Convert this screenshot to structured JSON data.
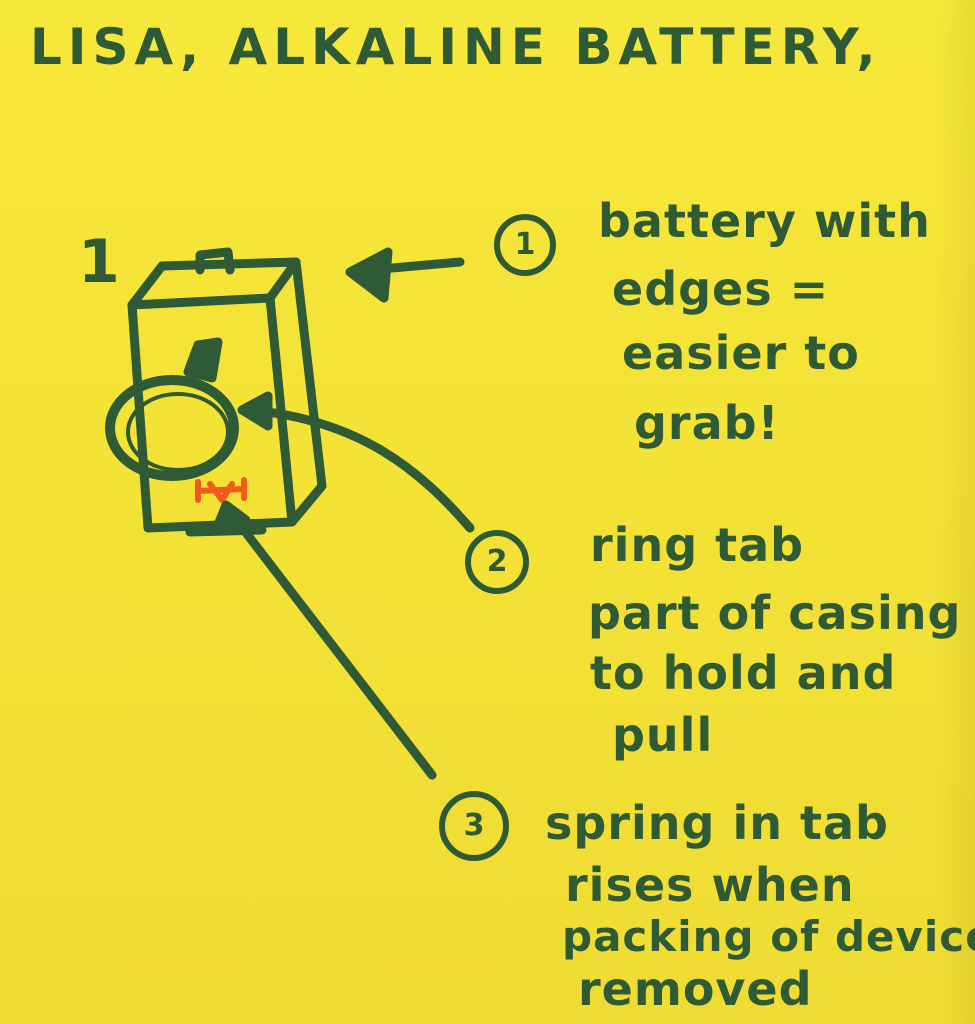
{
  "title": "LISA, ALKALINE BATTERY,",
  "sketch_number": "1",
  "annotations": [
    {
      "number": "1",
      "lines": [
        "battery with",
        "edges =",
        "easier to",
        "grab!"
      ]
    },
    {
      "number": "2",
      "lines": [
        "ring tab",
        "part of casing",
        "to hold and",
        "pull"
      ]
    },
    {
      "number": "3",
      "lines": [
        "spring in tab",
        "rises when",
        "packing of device",
        "removed"
      ]
    }
  ],
  "colors": {
    "paper": "#f3e136",
    "marker_green": "#2f5a36",
    "marker_orange": "#f05a1e"
  }
}
